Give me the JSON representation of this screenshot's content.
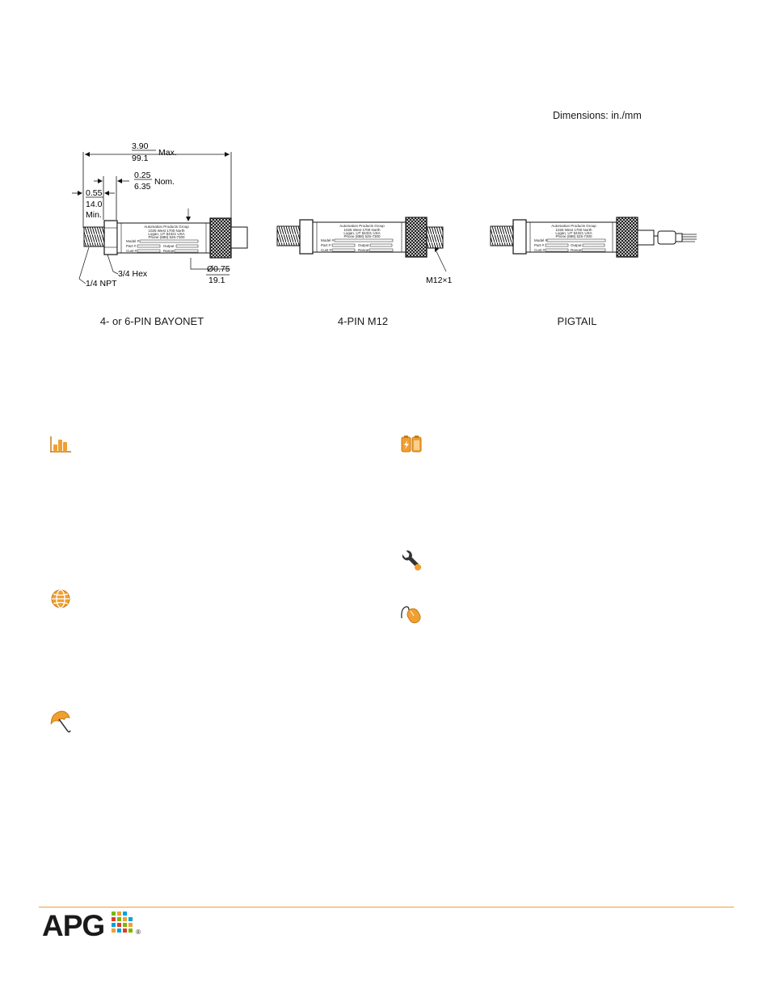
{
  "header": {
    "dimensions_note": "Dimensions: in./mm"
  },
  "drawing": {
    "overall_length_in": "3.90",
    "overall_length_mm": "99.1",
    "overall_suffix": "Max.",
    "nom_in": "0.25",
    "nom_mm": "6.35",
    "nom_suffix": "Nom.",
    "thread_len_in": "0.55",
    "thread_len_mm": "14.0",
    "thread_len_suffix": "Min.",
    "npt_label": "1/4 NPT",
    "hex_label": "3/4 Hex",
    "dia_in": "Ø0.75",
    "dia_mm": "19.1",
    "m12_label": "M12×1",
    "label_lines": [
      "Automation Products Group",
      "1025 West 1700 North",
      "Logan, UT 84321 USA",
      "Phone (888) 525-7300"
    ],
    "label_fields_left": [
      "Model #",
      "Part #",
      "Cust #"
    ],
    "label_fields_right": [
      "Output",
      "Range"
    ]
  },
  "captions": {
    "bayonet": "4- or 6-PIN BAYONET",
    "m12": "4-PIN M12",
    "pigtail": "PIGTAIL"
  },
  "icons": {
    "color": "#f0a030",
    "items": [
      "bar-chart-icon",
      "battery-icon",
      "globe-icon",
      "wrench-icon",
      "umbrella-icon",
      "mouse-icon"
    ]
  },
  "footer": {
    "logo_text": "APG",
    "registered": "®",
    "rule_color": "#f0a030"
  }
}
